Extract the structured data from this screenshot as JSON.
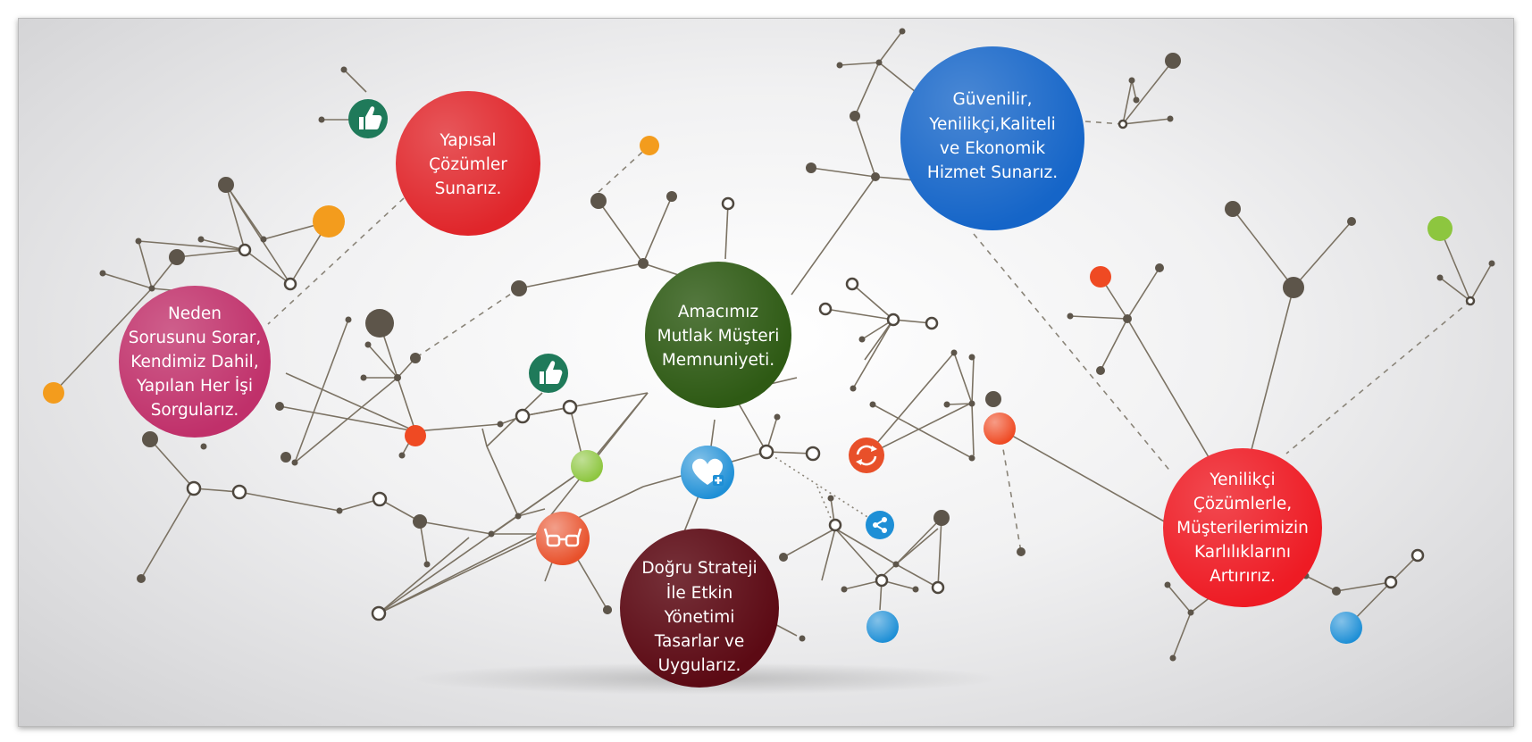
{
  "bubbles": {
    "structural": {
      "lines": [
        "Yapısal",
        "Çözümler",
        "Sunarız."
      ],
      "color": "#e0252a"
    },
    "reliable": {
      "lines": [
        "Güvenilir,",
        "Yenilikçi,Kaliteli",
        "ve Ekonomik",
        "Hizmet Sunarız."
      ],
      "color": "#1565c8"
    },
    "question": {
      "lines": [
        "Neden",
        "Sorusunu Sorar,",
        "Kendimiz Dahil,",
        "Yapılan Her İşi",
        "Sorgularız."
      ],
      "color": "#c0306a"
    },
    "goal": {
      "lines": [
        "Amacımız",
        "Mutlak Müşteri",
        "Memnuniyeti."
      ],
      "color": "#2e5a14"
    },
    "strategy": {
      "lines": [
        "Doğru Strateji",
        "İle Etkin",
        "Yönetimi",
        "Tasarlar ve",
        "Uygularız."
      ],
      "color": "#5c0a14"
    },
    "innovative": {
      "lines": [
        "Yenilikçi",
        "Çözümlerle,",
        "Müşterilerimizin",
        "Karlılıklarını",
        "Artırırız."
      ],
      "color": "#ee1b24"
    }
  },
  "icons": {
    "thumbs_top": "thumbs-up-icon",
    "thumbs_mid": "thumbs-up-icon",
    "heart_plus": "heart-plus-icon",
    "glasses": "glasses-icon",
    "refresh": "refresh-icon",
    "share": "share-icon"
  },
  "colors": {
    "line": "#7b7263",
    "node_dark": "#5d554a",
    "orange": "#f39c1d",
    "green": "#8dc63f",
    "red_orange": "#ef4a23",
    "blue": "#1e8fd6",
    "teal": "#1f7a5a"
  }
}
